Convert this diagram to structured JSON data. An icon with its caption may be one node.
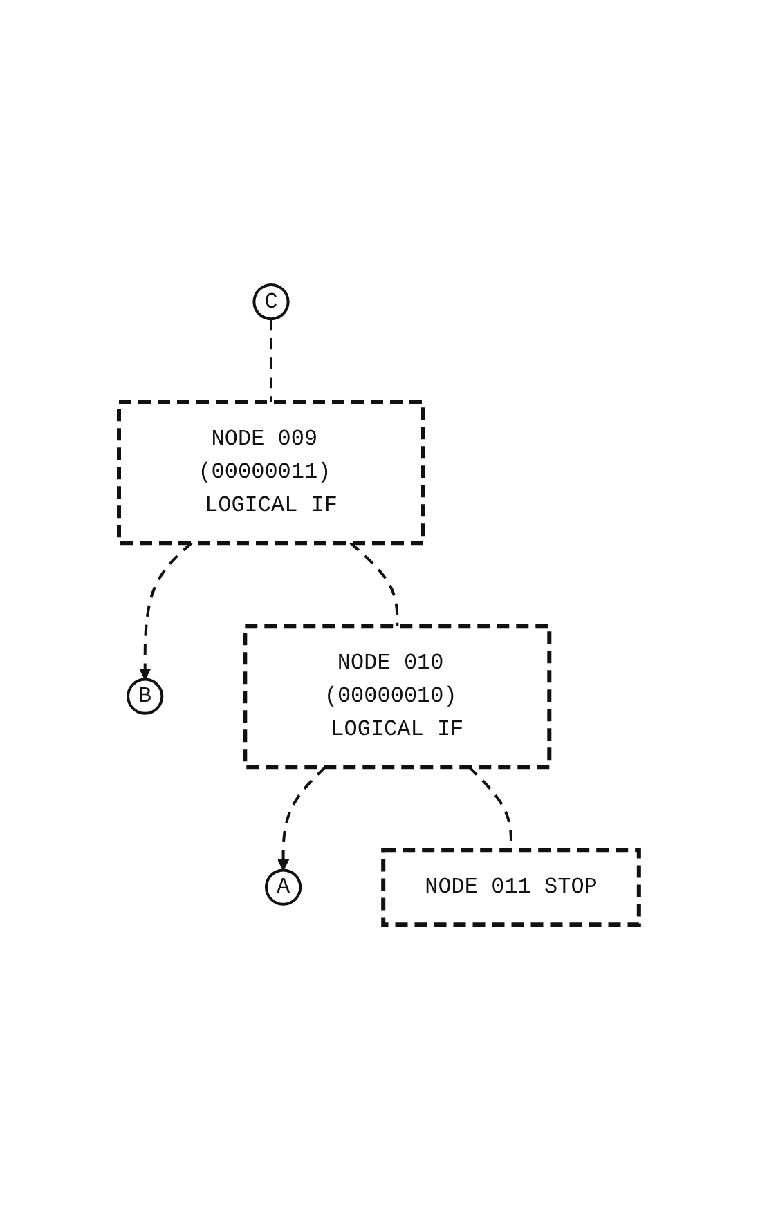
{
  "diagram": {
    "nodes": [
      {
        "text": [
          "C"
        ]
      },
      {
        "text": [
          "NODE 009 (00000011) LOGICAL IF"
        ]
      },
      {
        "text": [
          "B"
        ]
      },
      {
        "text": [
          "NODE 010 (00000010) LOGICAL IF"
        ]
      },
      {
        "text": [
          "A"
        ]
      },
      {
        "text": [
          "NODE 011 STOP"
        ]
      }
    ],
    "edges": [
      {
        "from": 0,
        "to": 1,
        "arrow": "none",
        "style": "dashed"
      },
      {
        "from": 1,
        "to": 2,
        "arrow": "to",
        "style": "dashed"
      },
      {
        "from": 1,
        "to": 3,
        "arrow": "none",
        "style": "dashed"
      },
      {
        "from": 3,
        "to": 4,
        "arrow": "to",
        "style": "dashed"
      },
      {
        "from": 3,
        "to": 5,
        "arrow": "none",
        "style": "dashed"
      }
    ]
  }
}
